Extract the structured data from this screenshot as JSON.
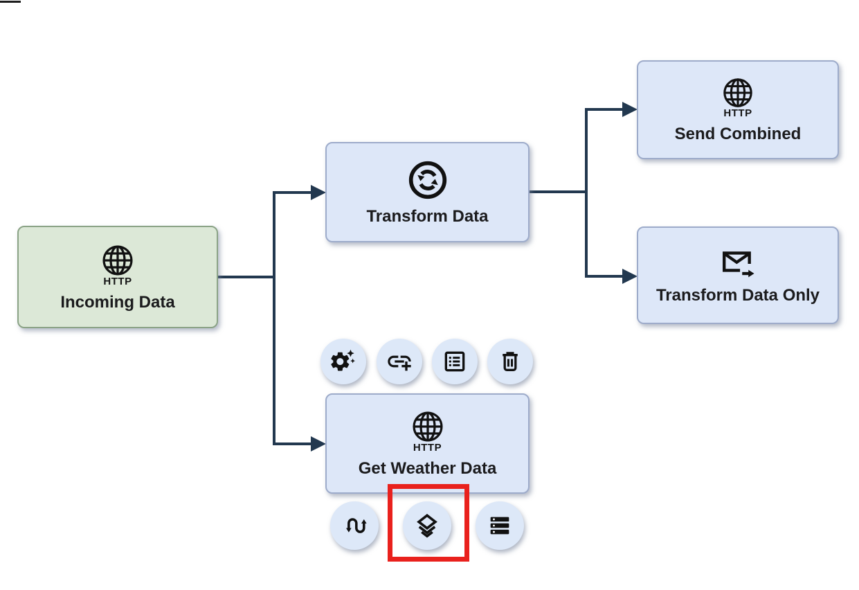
{
  "canvas": {
    "background": "#ffffff",
    "colors": {
      "connector": "#22384f",
      "node_blue_fill": "#dde7f8",
      "node_blue_border": "#9dabca",
      "node_green_fill": "#dce8d7",
      "node_green_border": "#8ba386",
      "icon_color": "#111111",
      "circle_button_fill": "#dde8f8",
      "highlight_red": "#e9211d",
      "label_text": "#1b1b1d"
    }
  },
  "nodes": [
    {
      "id": "incoming-data",
      "label": "Incoming Data",
      "icon": "http-globe-icon",
      "caption": "HTTP",
      "variant": "green"
    },
    {
      "id": "transform-data",
      "label": "Transform Data",
      "icon": "sync-circle-icon",
      "variant": "blue"
    },
    {
      "id": "send-combined",
      "label": "Send Combined",
      "icon": "http-globe-icon",
      "caption": "HTTP",
      "variant": "blue"
    },
    {
      "id": "transform-data-only",
      "label": "Transform Data Only",
      "icon": "mail-forward-icon",
      "variant": "blue"
    },
    {
      "id": "get-weather-data",
      "label": "Get Weather Data",
      "icon": "http-globe-icon",
      "caption": "HTTP",
      "variant": "blue"
    }
  ],
  "edges": [
    {
      "from": "incoming-data",
      "to": "transform-data"
    },
    {
      "from": "incoming-data",
      "to": "get-weather-data"
    },
    {
      "from": "transform-data",
      "to": "send-combined"
    },
    {
      "from": "transform-data",
      "to": "transform-data-only"
    }
  ],
  "node_toolbar_top": [
    {
      "name": "ai-settings-button",
      "icon": "gear-sparkle-icon"
    },
    {
      "name": "add-link-button",
      "icon": "add-link-icon"
    },
    {
      "name": "form-list-button",
      "icon": "list-alt-icon"
    },
    {
      "name": "delete-button",
      "icon": "trash-icon"
    }
  ],
  "node_toolbar_bottom": [
    {
      "name": "swap-button",
      "icon": "swap-arrows-icon"
    },
    {
      "name": "layers-button",
      "icon": "layers-stack-icon",
      "highlighted": true
    },
    {
      "name": "server-list-button",
      "icon": "server-list-icon"
    }
  ],
  "annotation": {
    "shape": "red-rectangle",
    "target": "layers-button"
  }
}
